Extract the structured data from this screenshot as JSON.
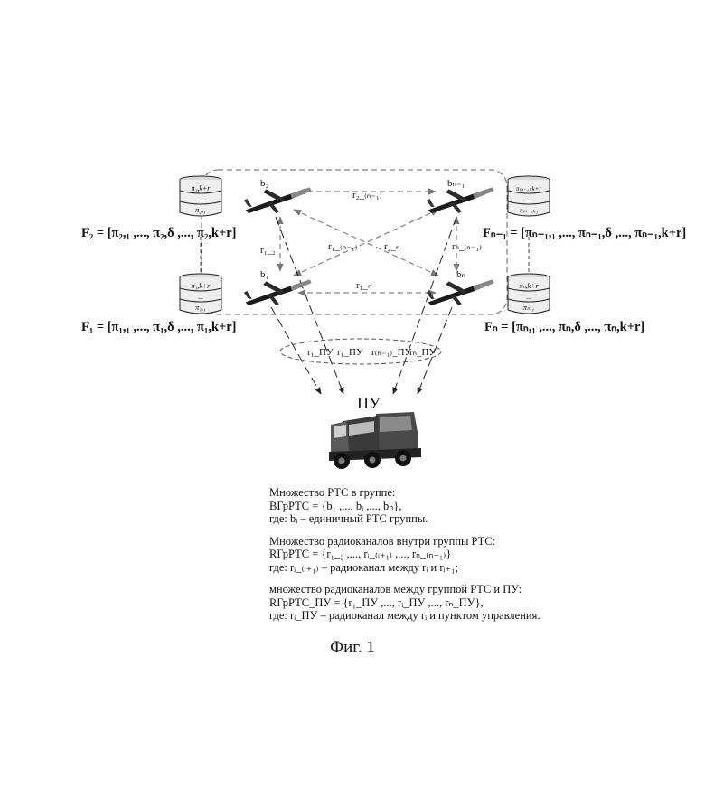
{
  "databases": {
    "f2": [
      "π₂,k+r",
      "...",
      "π₂,₁"
    ],
    "fn1": [
      "π₍ₙ₋₁₎,k+r",
      "...",
      "π₍ₙ₋₁₎,₁"
    ],
    "f1": [
      "π₁,k+r",
      "...",
      "π₁,₁"
    ],
    "fn": [
      "πₙ,k+r",
      "...",
      "πₙ,₁"
    ]
  },
  "formulas": {
    "f2": "F₂ = [π₂,₁ ,..., π₂,δ ,..., π₂,k+r]",
    "fn1": "Fₙ₋₁ = [πₙ₋₁,₁ ,..., πₙ₋₁,δ ,..., πₙ₋₁,k+r]",
    "f1": "F₁ = [π₁,₁ ,..., π₁,δ ,..., π₁,k+r]",
    "fn": "Fₙ = [πₙ,₁ ,..., πₙ,δ ,..., πₙ,k+r]"
  },
  "nodes": {
    "b2": "b₂",
    "bn1": "bₙ₋₁",
    "b1": "b₁",
    "bn": "bₙ"
  },
  "links": {
    "r2n1": "r₂_₍ₙ₋₁₎",
    "r12": "r₁_₂",
    "r1n1": "r₁_₍ₙ₋₁₎",
    "r2n": "r₂_ₙ",
    "rnn1": "rₙ_₍ₙ₋₁₎",
    "r1n": "r₁_ₙ"
  },
  "pu_links": [
    "r₁_ПУ",
    "r₁_ПУ",
    "r₍ₙ₋₁₎_ПУ",
    "rₙ_ПУ"
  ],
  "ground_station_label": "ПУ",
  "legend": [
    "Множество РТС в группе:",
    "BГрРТС = {b₁ ,..., bᵢ ,..., bₙ},",
    "где: bᵢ – единичный РТС группы.",
    "",
    "Множество радиоканалов внутри группы РТС:",
    "RГрРТС = {r₁_₂ ,..., rᵢ_₍ᵢ₊₁₎ ,..., rₙ_₍ₙ₋₁₎}",
    "где: rᵢ_₍ᵢ₊₁₎ – радиоканал между rᵢ и rᵢ₊₁;",
    "",
    "множество радиоканалов между группой РТС и ПУ:",
    "RГрРТС_ПУ = {r₁_ПУ ,..., rᵢ_ПУ ,..., rₙ_ПУ},",
    "где: rᵢ_ПУ – радиоканал между rᵢ и пунктом управления."
  ],
  "caption": "Фиг. 1"
}
